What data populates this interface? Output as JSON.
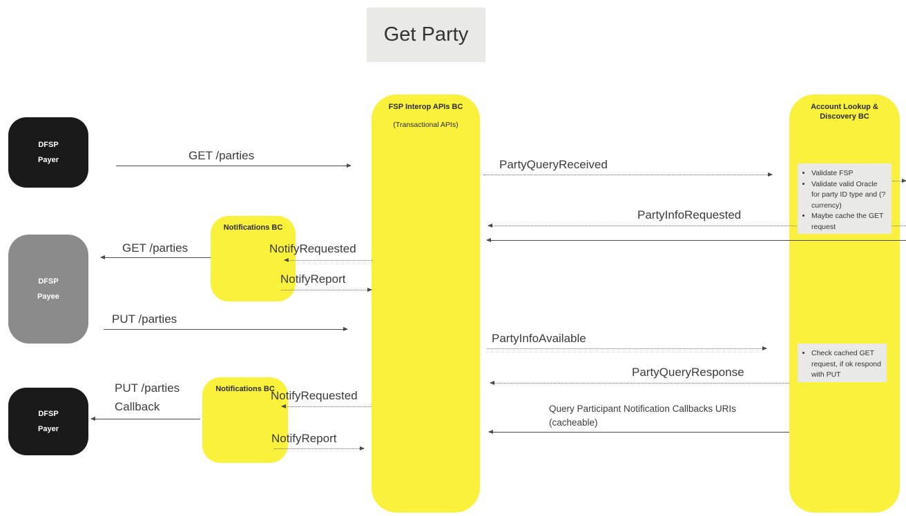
{
  "title": "Get Party",
  "participants": {
    "payer_top": {
      "line1": "DFSP",
      "line2": "Payer"
    },
    "payee": {
      "line1": "DFSP",
      "line2": "Payee"
    },
    "payer_bottom": {
      "line1": "DFSP",
      "line2": "Payer"
    },
    "notifications_top": {
      "label": "Notifications BC"
    },
    "notifications_bottom": {
      "label": "Notifications BC"
    },
    "fsp_interop": {
      "label": "FSP Interop APIs BC",
      "sublabel": "(Transactional APIs)"
    },
    "account_lookup": {
      "label": "Account Lookup & Discovery BC"
    }
  },
  "messages": [
    {
      "label": "GET /parties"
    },
    {
      "label": "PartyQueryReceived"
    },
    {
      "label": "PartyInfoRequested"
    },
    {
      "label": "GET /parties"
    },
    {
      "label": "NotifyRequested"
    },
    {
      "label": "NotifyReport"
    },
    {
      "label": "PUT /parties"
    },
    {
      "label": "PartyInfoAvailable"
    },
    {
      "label": "PartyQueryResponse"
    },
    {
      "label": "PUT /parties\nCallback"
    },
    {
      "label": "NotifyRequested"
    },
    {
      "label": "NotifyReport"
    },
    {
      "label": "Query Participant Notification Callbacks URIs\n(cacheable)"
    }
  ],
  "notes": {
    "validate": {
      "items": [
        "Validate FSP",
        "Validate valid Oracle for party ID type and (?currency)",
        "Maybe cache the GET request"
      ]
    },
    "respond": {
      "items": [
        "Check cached GET request, if ok respond with PUT"
      ]
    }
  },
  "colors": {
    "yellow": "#F9F13C",
    "note": "#E9E9E7",
    "black": "#1A1A1A",
    "gray": "#8B8B8B",
    "ink": "#4a4a4a",
    "text": "#3b3b3b",
    "titlebg": "#E9E9E8"
  }
}
